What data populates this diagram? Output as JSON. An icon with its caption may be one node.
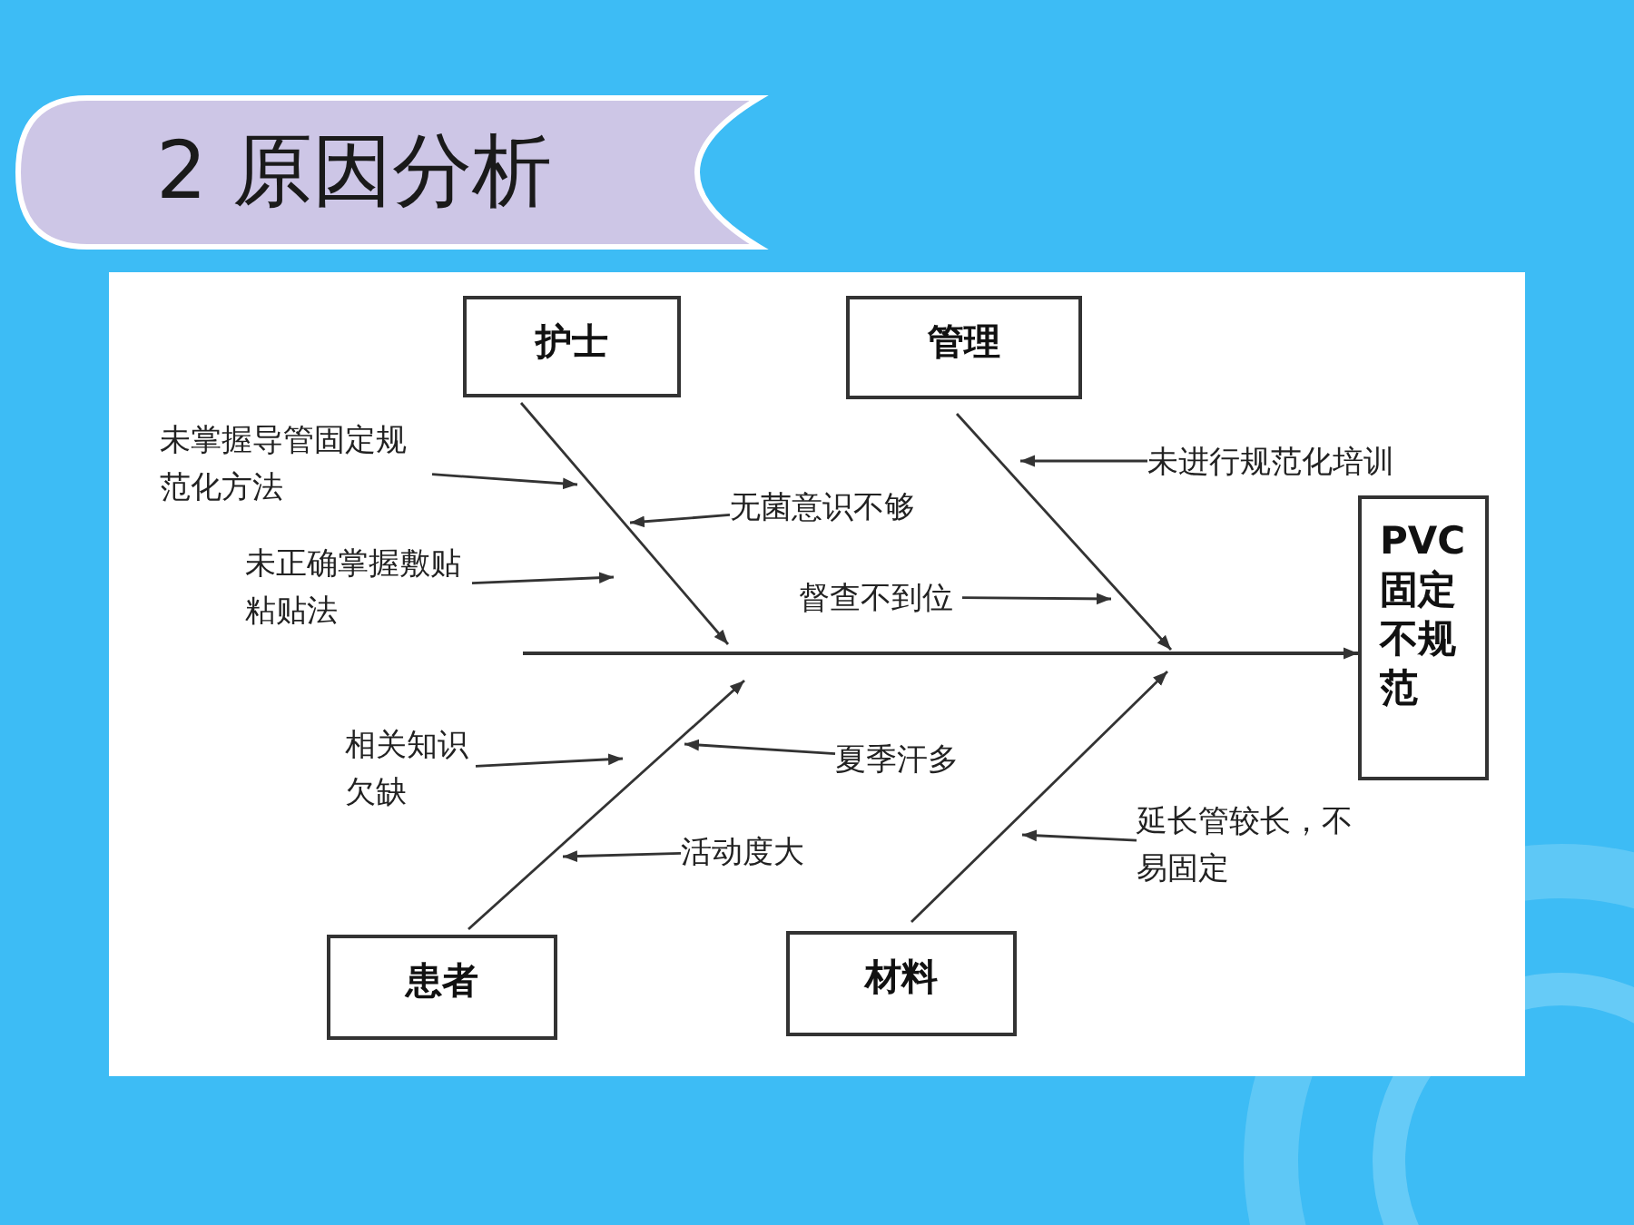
{
  "diagram": {
    "title": "2 原因分析",
    "nodes": [
      {
        "text": [
          "护士"
        ]
      },
      {
        "text": [
          "管理"
        ]
      },
      {
        "text": [
          "患者"
        ]
      },
      {
        "text": [
          "材料"
        ]
      },
      {
        "text": [
          "PVC固定不规范"
        ]
      },
      {
        "text": [
          "未掌握导管固定规范化方法"
        ]
      },
      {
        "text": [
          "无菌意识不够"
        ]
      },
      {
        "text": [
          "未正确掌握敷贴粘贴法"
        ]
      },
      {
        "text": [
          "未进行规范化培训"
        ]
      },
      {
        "text": [
          "督查不到位"
        ]
      },
      {
        "text": [
          "相关知识欠缺"
        ]
      },
      {
        "text": [
          "夏季汗多"
        ]
      },
      {
        "text": [
          "活动度大"
        ]
      },
      {
        "text": [
          "延长管较长，不易固定"
        ]
      }
    ],
    "edges": [
      {
        "from": null,
        "to": 4,
        "arrow": "to"
      },
      {
        "from": 0,
        "to": null,
        "arrow": "to"
      },
      {
        "from": 1,
        "to": null,
        "arrow": "to"
      },
      {
        "from": 2,
        "to": null,
        "arrow": "to"
      },
      {
        "from": 3,
        "to": null,
        "arrow": "to"
      },
      {
        "from": 5,
        "to": null,
        "arrow": "to"
      },
      {
        "from": 6,
        "to": null,
        "arrow": "to"
      },
      {
        "from": 7,
        "to": null,
        "arrow": "to"
      },
      {
        "from": 8,
        "to": null,
        "arrow": "to"
      },
      {
        "from": 9,
        "to": null,
        "arrow": "to"
      },
      {
        "from": 10,
        "to": null,
        "arrow": "to"
      },
      {
        "from": 11,
        "to": null,
        "arrow": "to"
      },
      {
        "from": 12,
        "to": null,
        "arrow": "to"
      },
      {
        "from": 13,
        "to": null,
        "arrow": "to"
      }
    ]
  }
}
